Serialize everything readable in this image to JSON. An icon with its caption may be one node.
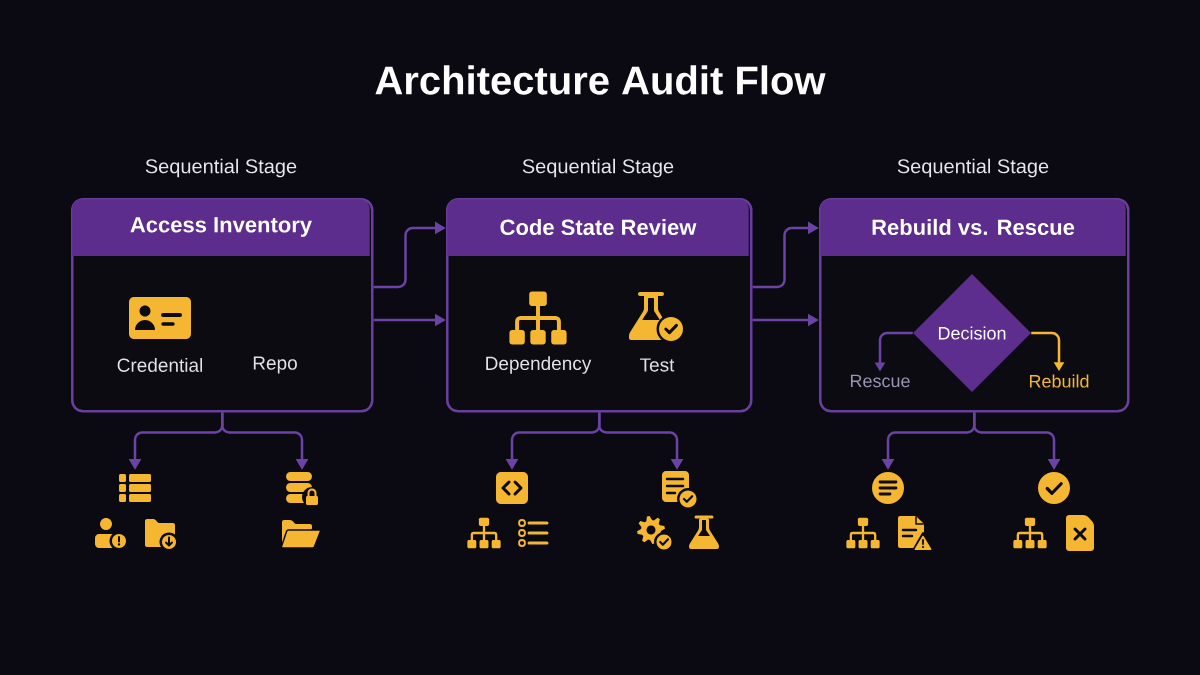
{
  "diagram": {
    "title": "Architecture Audit Flow",
    "nodes": [
      {
        "text": [
          "Sequential Stage",
          "Access Inventory"
        ]
      },
      {
        "text": [
          "Sequential Stage",
          "Code State Review"
        ]
      },
      {
        "text": [
          "Sequential Stage",
          "Rebuild vs. Rescue"
        ]
      },
      {
        "text": [
          "Decision"
        ],
        "in": 2
      },
      {
        "text": [
          "Rescue"
        ],
        "in": 2
      },
      {
        "text": [
          "Rebuild"
        ],
        "in": 2
      },
      {
        "text": [],
        "shape": "picture"
      },
      {
        "text": [],
        "shape": "picture"
      },
      {
        "text": [],
        "shape": "picture"
      },
      {
        "text": [],
        "shape": "picture"
      },
      {
        "text": [],
        "shape": "picture"
      },
      {
        "text": [],
        "shape": "picture"
      }
    ],
    "edges": [
      {
        "from": 0,
        "to": 1,
        "arrow": "to"
      },
      {
        "from": 0,
        "to": 1,
        "arrow": "to"
      },
      {
        "from": 1,
        "to": 2,
        "arrow": "to"
      },
      {
        "from": 1,
        "to": 2,
        "arrow": "to"
      },
      {
        "from": 3,
        "to": 4,
        "arrow": "to"
      },
      {
        "from": 3,
        "to": 5,
        "arrow": "to",
        "color": "#f5b731"
      },
      {
        "from": 0,
        "to": 6,
        "arrow": "to"
      },
      {
        "from": 0,
        "to": 7,
        "arrow": "to"
      },
      {
        "from": 1,
        "to": 8,
        "arrow": "to"
      },
      {
        "from": 1,
        "to": 9,
        "arrow": "to"
      },
      {
        "from": 2,
        "to": 10,
        "arrow": "to"
      },
      {
        "from": 2,
        "to": 11,
        "arrow": "to"
      }
    ],
    "labels": [
      "Credential",
      "Repo",
      "Dependency",
      "Test"
    ]
  }
}
